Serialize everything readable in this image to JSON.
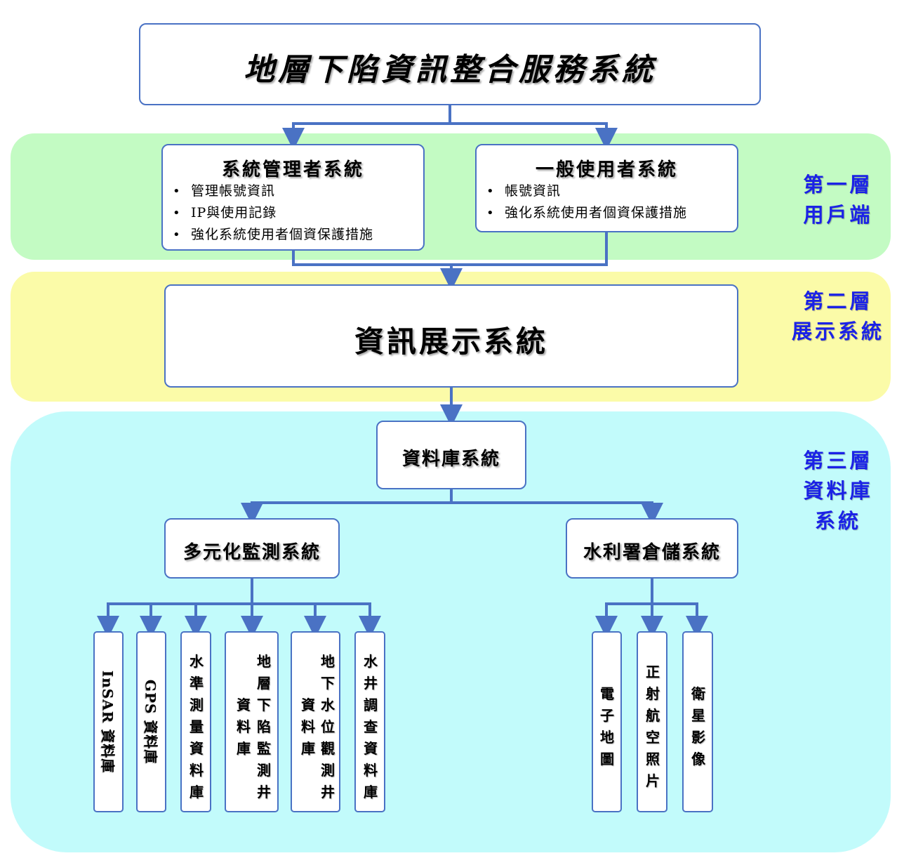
{
  "top_title": "地層下陷資訊整合服務系統",
  "layer1": {
    "label_line1": "第一層",
    "label_line2": "用戶端",
    "admin": {
      "title": "系統管理者系統",
      "items": [
        "管理帳號資訊",
        "IP與使用記錄",
        "強化系統使用者個資保護措施"
      ]
    },
    "user": {
      "title": "一般使用者系統",
      "items": [
        "帳號資訊",
        "強化系統使用者個資保護措施"
      ]
    }
  },
  "layer2": {
    "label_line1": "第二層",
    "label_line2": "展示系統",
    "title": "資訊展示系統"
  },
  "layer3": {
    "label_line1": "第三層",
    "label_line2": "資料庫",
    "label_line3": "系統",
    "db_title": "資料庫系統",
    "monitor": {
      "title": "多元化監測系統",
      "insar": "InSAR 資料庫",
      "gps": "GPS 資料庫",
      "leveling": "水準測量資料庫",
      "subsidence_col1": "地層下陷監測井",
      "subsidence_col2": "資料庫",
      "groundwater_col1": "地下水位觀測井",
      "groundwater_col2": "資料庫",
      "well_survey": "水井調查資料庫"
    },
    "warehouse": {
      "title": "水利署倉儲系統",
      "emap": "電子地圖",
      "ortho": "正射航空照片",
      "satellite": "衛星影像"
    }
  },
  "colors": {
    "layer1_band": "#c3fbc3",
    "layer2_band": "#fbfba8",
    "layer3_band": "#c2fbfb",
    "line": "#4a72c4",
    "layer_label": "#1b22e6"
  }
}
